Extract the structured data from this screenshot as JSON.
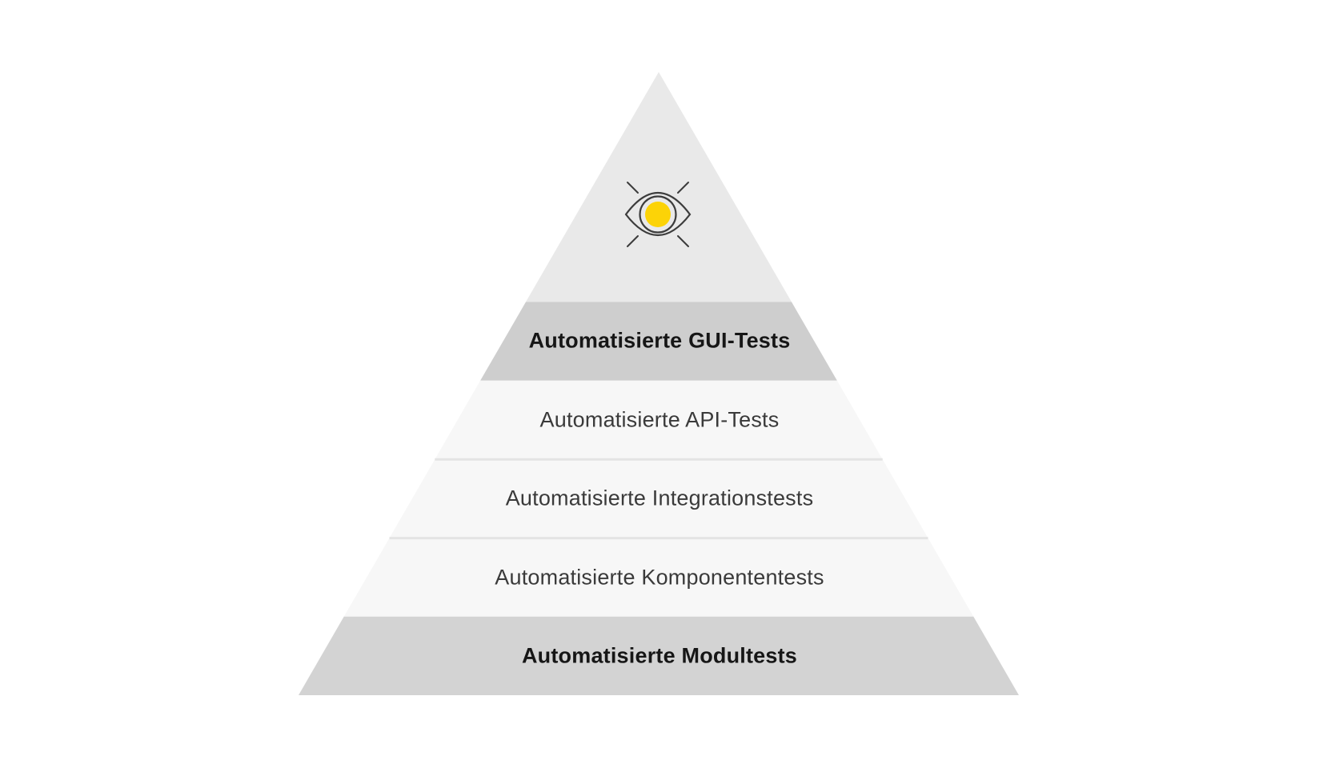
{
  "pyramid": {
    "background_color": "#ffffff",
    "levels": [
      {
        "name": "manual-top",
        "label": "",
        "color": "#e9e9e9",
        "emphasis": false
      },
      {
        "name": "gui-tests",
        "label": "Automatisierte GUI-Tests",
        "color": "#cecece",
        "emphasis": true
      },
      {
        "name": "api-tests",
        "label": "Automatisierte API-Tests",
        "color": "#f7f7f7",
        "emphasis": false
      },
      {
        "name": "integration-tests",
        "label": "Automatisierte Integrationstests",
        "color": "#f7f7f7",
        "emphasis": false
      },
      {
        "name": "komponenten-tests",
        "label": "Automatisierte Komponententests",
        "color": "#f7f7f7",
        "emphasis": false
      },
      {
        "name": "modul-tests",
        "label": "Automatisierte Modultests",
        "color": "#d3d3d3",
        "emphasis": true
      }
    ],
    "separator_color": "#e4e4e4",
    "text_color_regular": "#3a3a3a",
    "text_color_emphasis": "#161616",
    "icon": {
      "name": "eye-icon",
      "iris_color": "#fcd307",
      "stroke_color": "#3c3c3c"
    }
  }
}
